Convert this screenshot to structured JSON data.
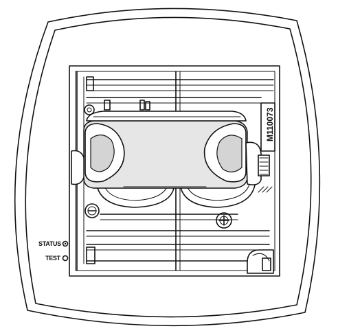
{
  "labels": {
    "status": "STATUS",
    "test": "TEST",
    "part_number": "M110073"
  }
}
